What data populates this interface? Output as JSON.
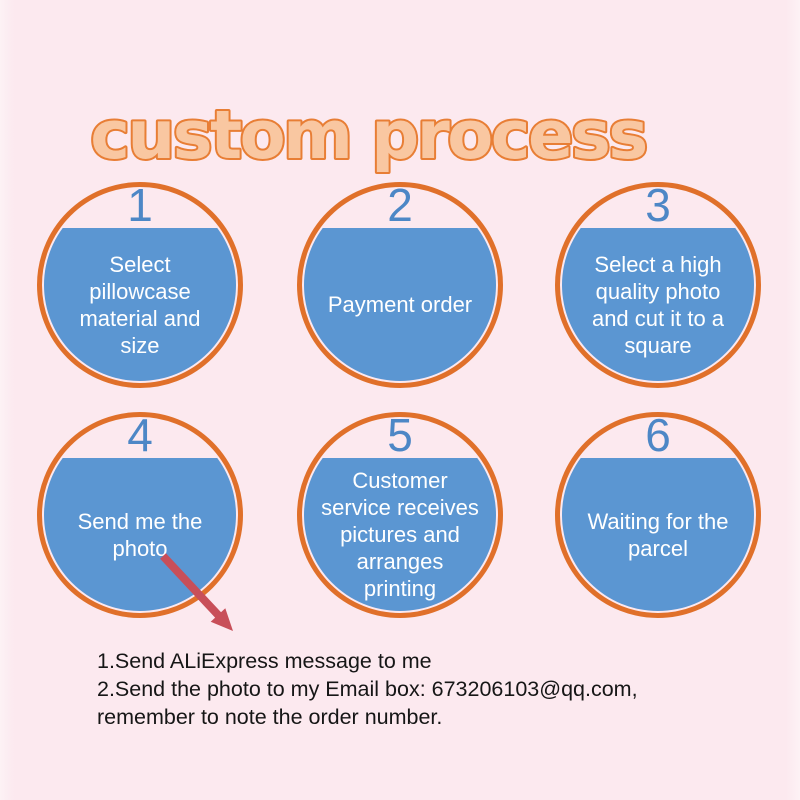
{
  "title": "custom process",
  "steps": [
    {
      "number": "1",
      "label": "Select\npillowcase\nmaterial and\nsize"
    },
    {
      "number": "2",
      "label": "Payment order"
    },
    {
      "number": "3",
      "label": "Select a high\nquality photo\nand cut it to a\nsquare"
    },
    {
      "number": "4",
      "label": "Send me the\nphoto"
    },
    {
      "number": "5",
      "label": "Customer\nservice receives\npictures and\narranges\nprinting"
    },
    {
      "number": "6",
      "label": "Waiting for the\nparcel"
    }
  ],
  "notes": {
    "line1": "1.Send ALiExpress message to me",
    "line2": "2.Send the photo to my Email box: 673206103@qq.com,\nremember to note the order number."
  },
  "colors": {
    "background": "#fce9ef",
    "ring_orange": "#e0702a",
    "bubble_blue": "#5b96d2",
    "number_blue": "#4d87c6",
    "step_text": "#ffffff",
    "title_fill": "#f9c7a1",
    "title_stroke": "#e87e35",
    "arrow_red": "#c84f59",
    "note_text": "#161616"
  }
}
